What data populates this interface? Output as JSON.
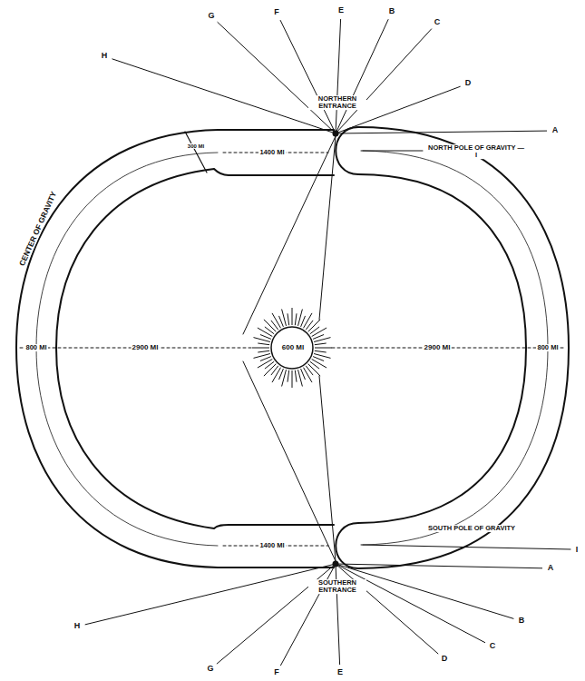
{
  "diagram": {
    "nodes": [
      {
        "text": [
          "600 MI"
        ]
      }
    ],
    "labels": [
      "NORTHERN ENTRANCE",
      "NORTH POLE OF GRAVITY — I",
      "1400 MI",
      "300 MI",
      "CENTER OF GRAVITY",
      "800 MI",
      "2900 MI",
      "2900 MI",
      "800 MI",
      "1400 MI",
      "SOUTHERN ENTRANCE",
      "SOUTH POLE OF GRAVITY",
      "I",
      "H",
      "G",
      "F",
      "E",
      "B",
      "C",
      "D",
      "A",
      "H",
      "G",
      "F",
      "E",
      "D",
      "C",
      "B",
      "A"
    ]
  }
}
